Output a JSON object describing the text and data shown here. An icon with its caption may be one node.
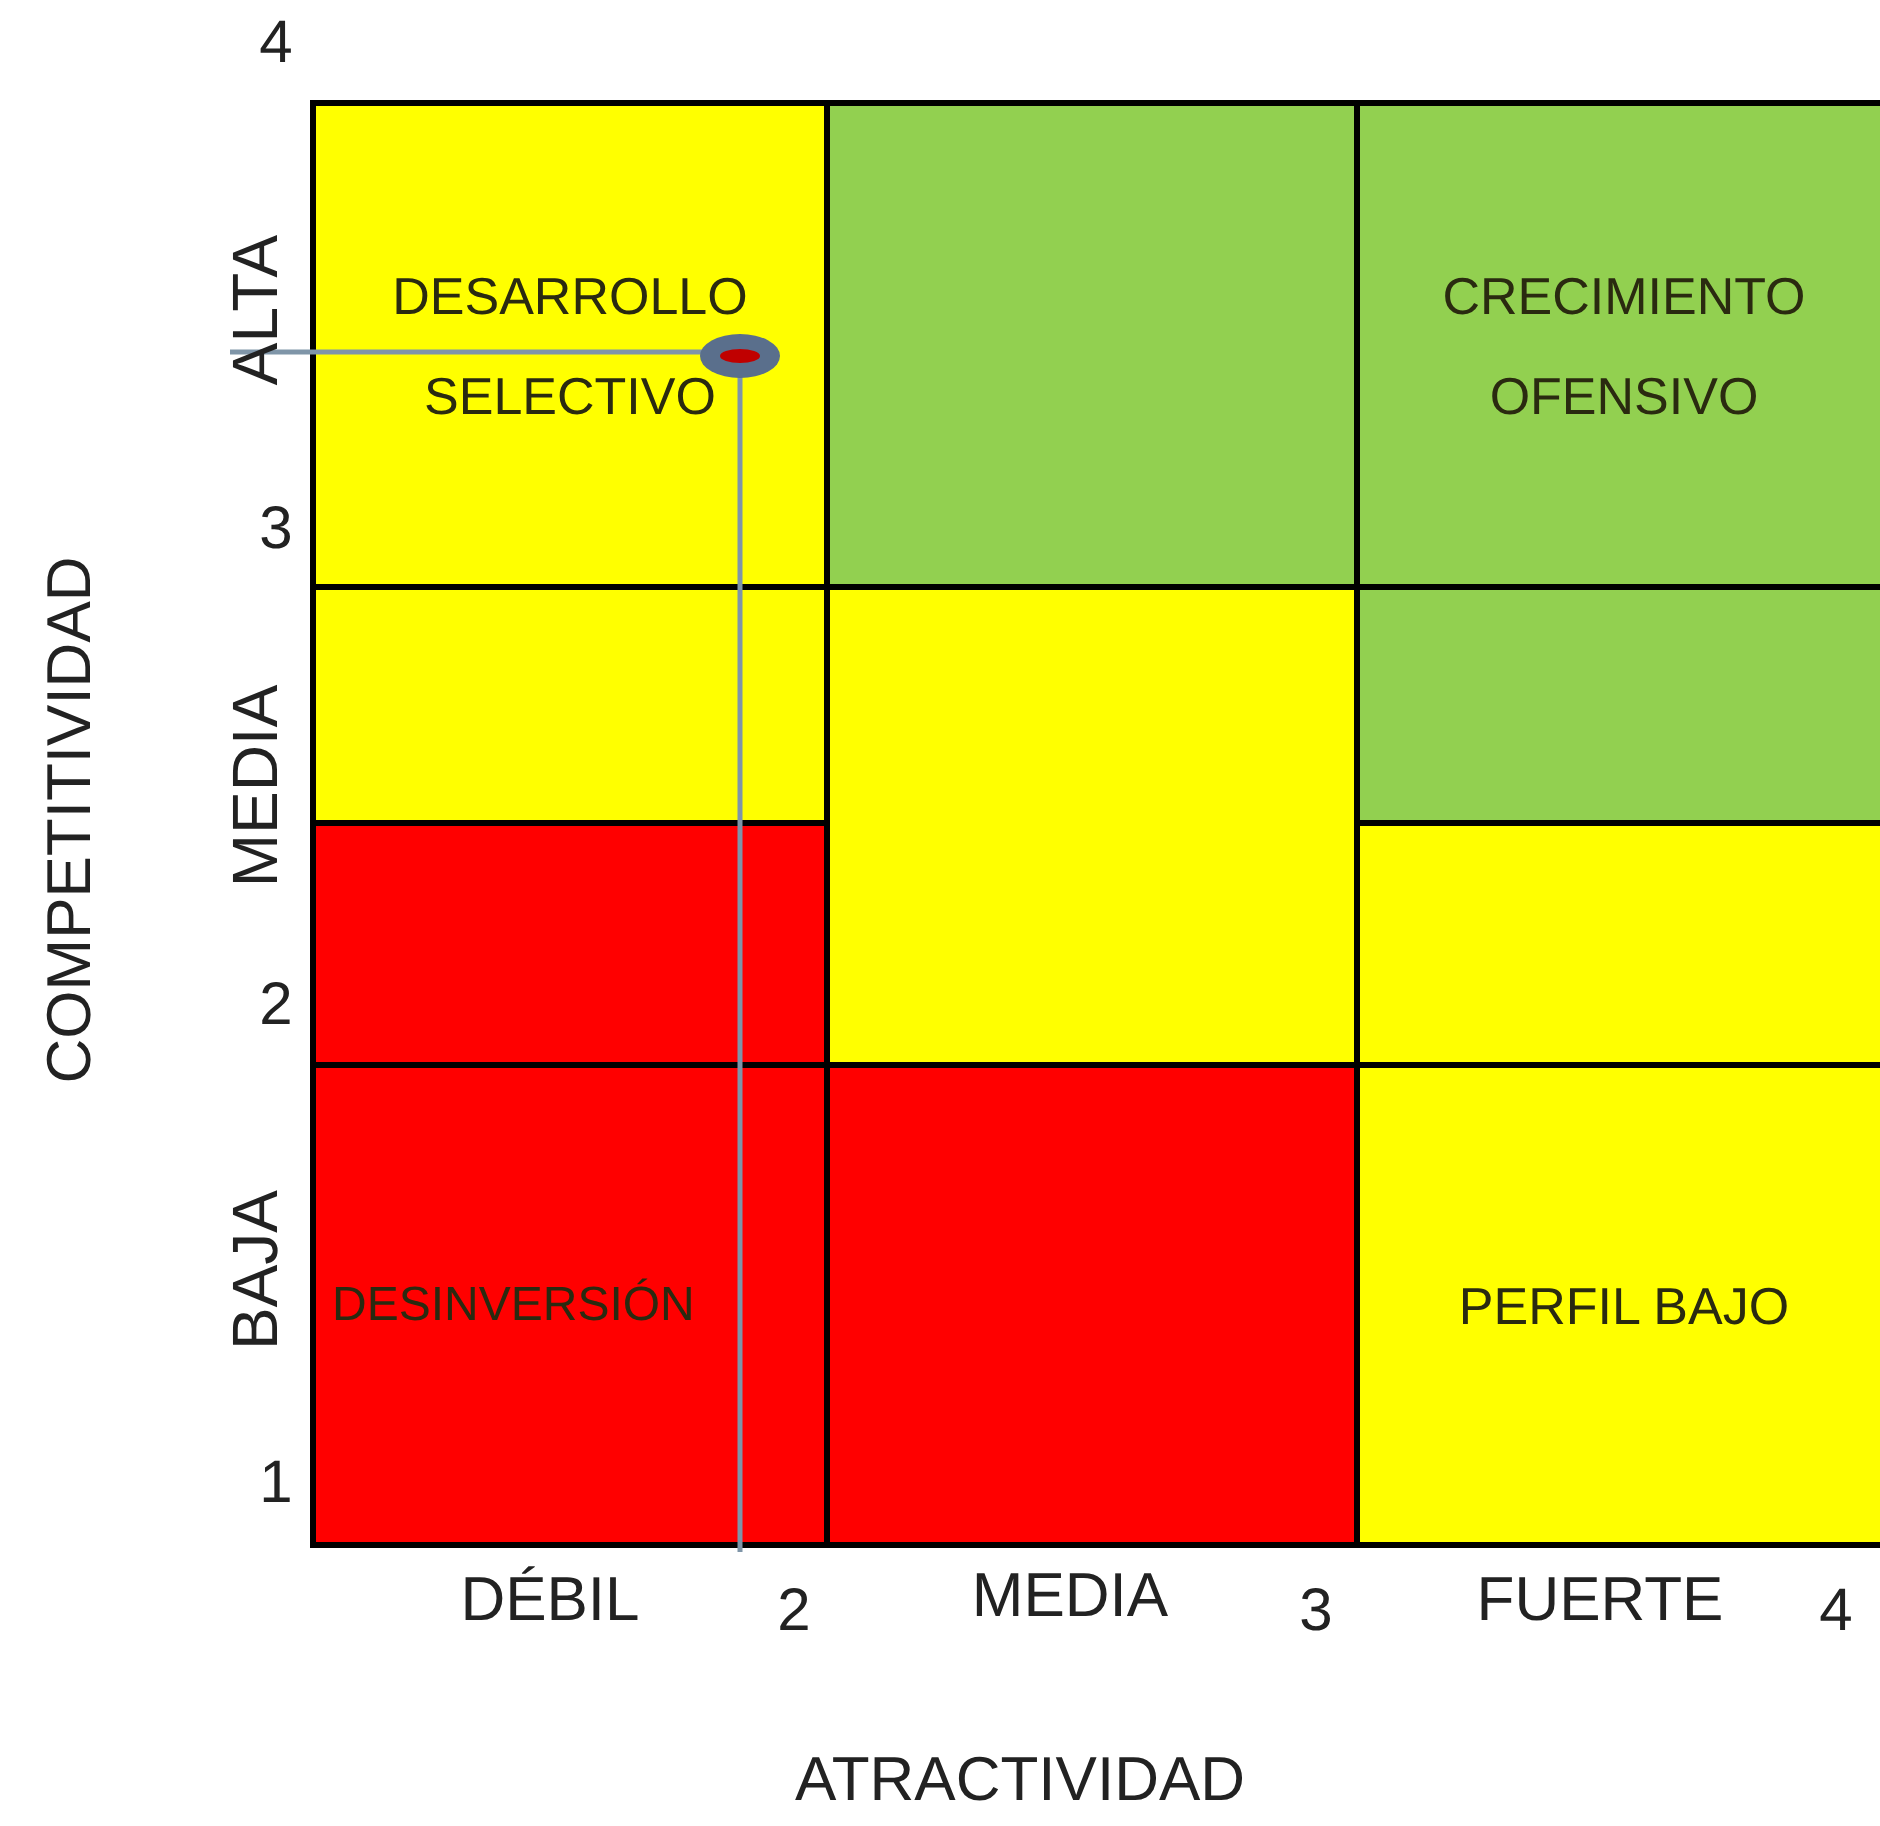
{
  "diagram": {
    "nodes": [
      {
        "text": [
          "DESARROLLO SELECTIVO"
        ]
      },
      {
        "text": [],
        "shape": "box"
      },
      {
        "text": [
          "CRECIMIENTO OFENSIVO"
        ]
      },
      {
        "text": [],
        "shape": "box"
      },
      {
        "text": [],
        "shape": "box"
      },
      {
        "text": [],
        "shape": "box"
      },
      {
        "text": [],
        "shape": "box"
      },
      {
        "text": [],
        "shape": "box"
      },
      {
        "text": [
          "DESINVERSIÓN"
        ]
      },
      {
        "text": [],
        "shape": "box"
      },
      {
        "text": [
          "PERFIL BAJO"
        ]
      }
    ],
    "labels": [
      "4",
      "ALTA",
      "3",
      "COMPETITIVIDAD",
      "MEDIA",
      "2",
      "BAJA",
      "1",
      "DÉBIL",
      "2",
      "MEDIA",
      "3",
      "FUERTE",
      "4",
      "ATRACTIVIDAD"
    ]
  }
}
